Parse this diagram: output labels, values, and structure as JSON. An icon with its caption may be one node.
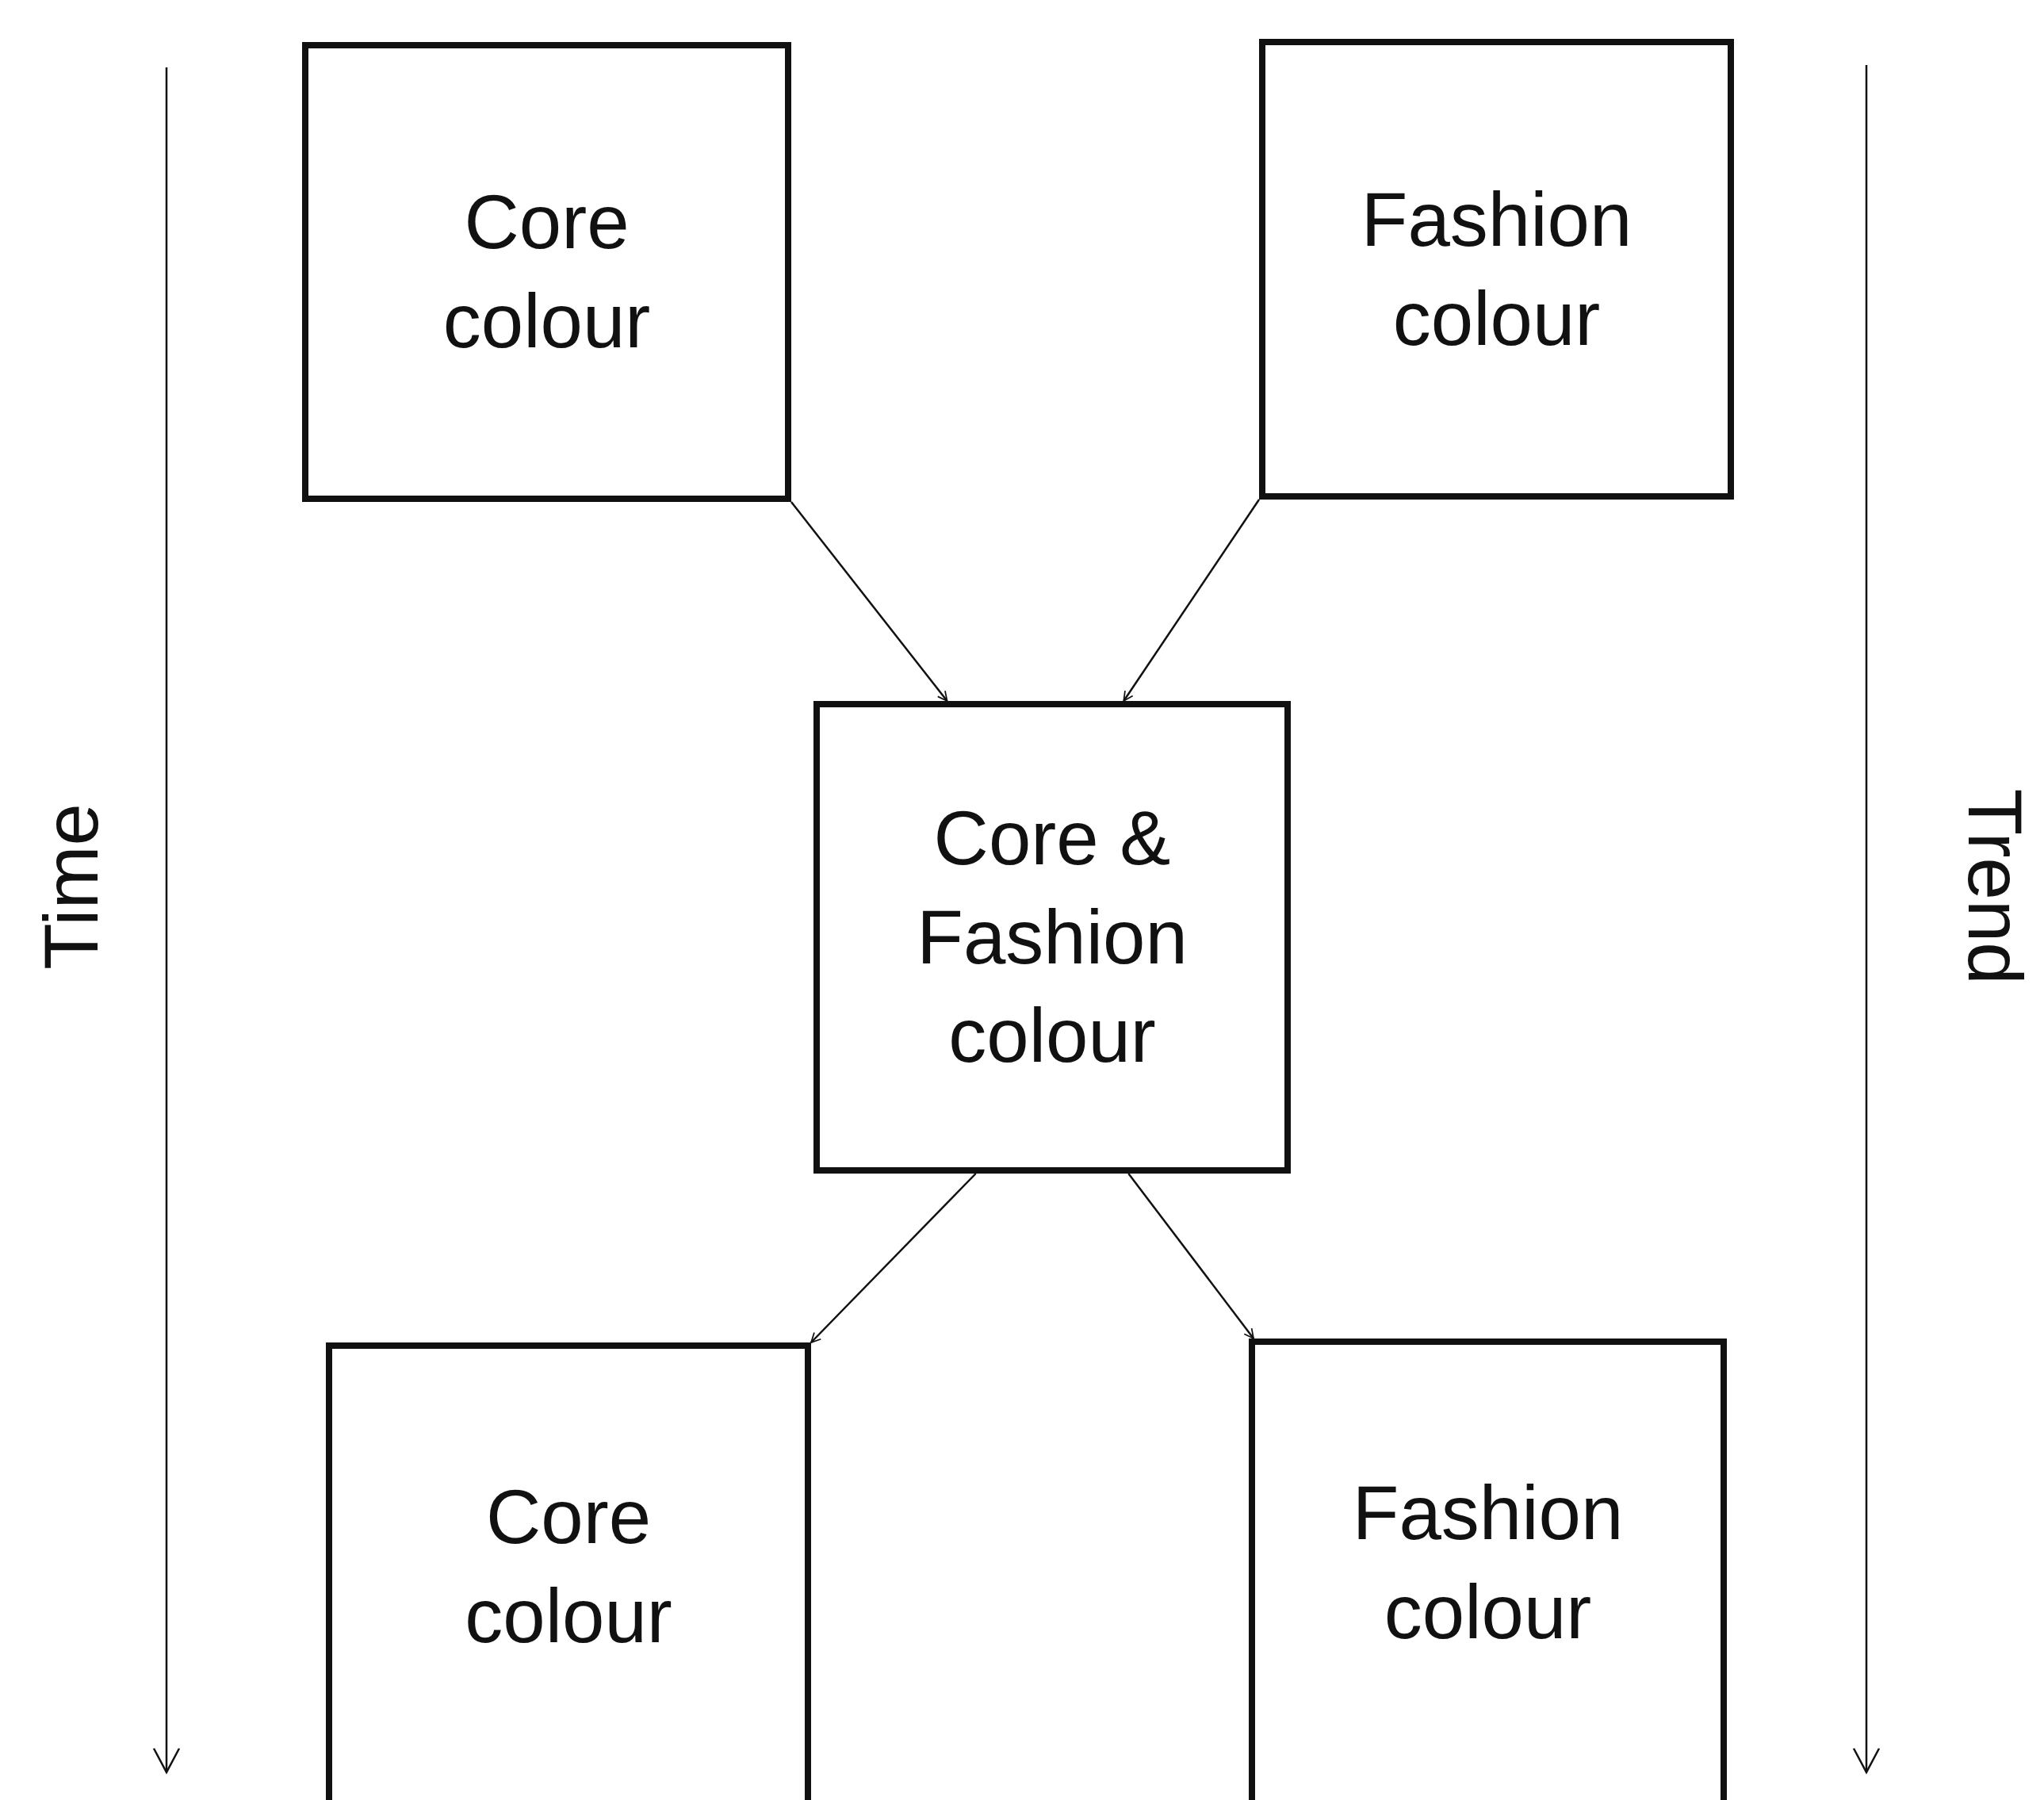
{
  "diagram": {
    "nodes": [
      {
        "text": [
          "Core colour"
        ]
      },
      {
        "text": [
          "Fashion colour"
        ]
      },
      {
        "text": [
          "Core & Fashion colour"
        ]
      },
      {
        "text": [
          "Core colour"
        ]
      },
      {
        "text": [
          "Fashion colour"
        ]
      }
    ],
    "edges": [
      {
        "from": 0,
        "to": 2,
        "arrow": "to"
      },
      {
        "from": 1,
        "to": 2,
        "arrow": "to"
      },
      {
        "from": 2,
        "to": 3,
        "arrow": "to"
      },
      {
        "from": 2,
        "to": 4,
        "arrow": "to"
      }
    ],
    "labels": [
      "Time",
      "Trend"
    ]
  }
}
